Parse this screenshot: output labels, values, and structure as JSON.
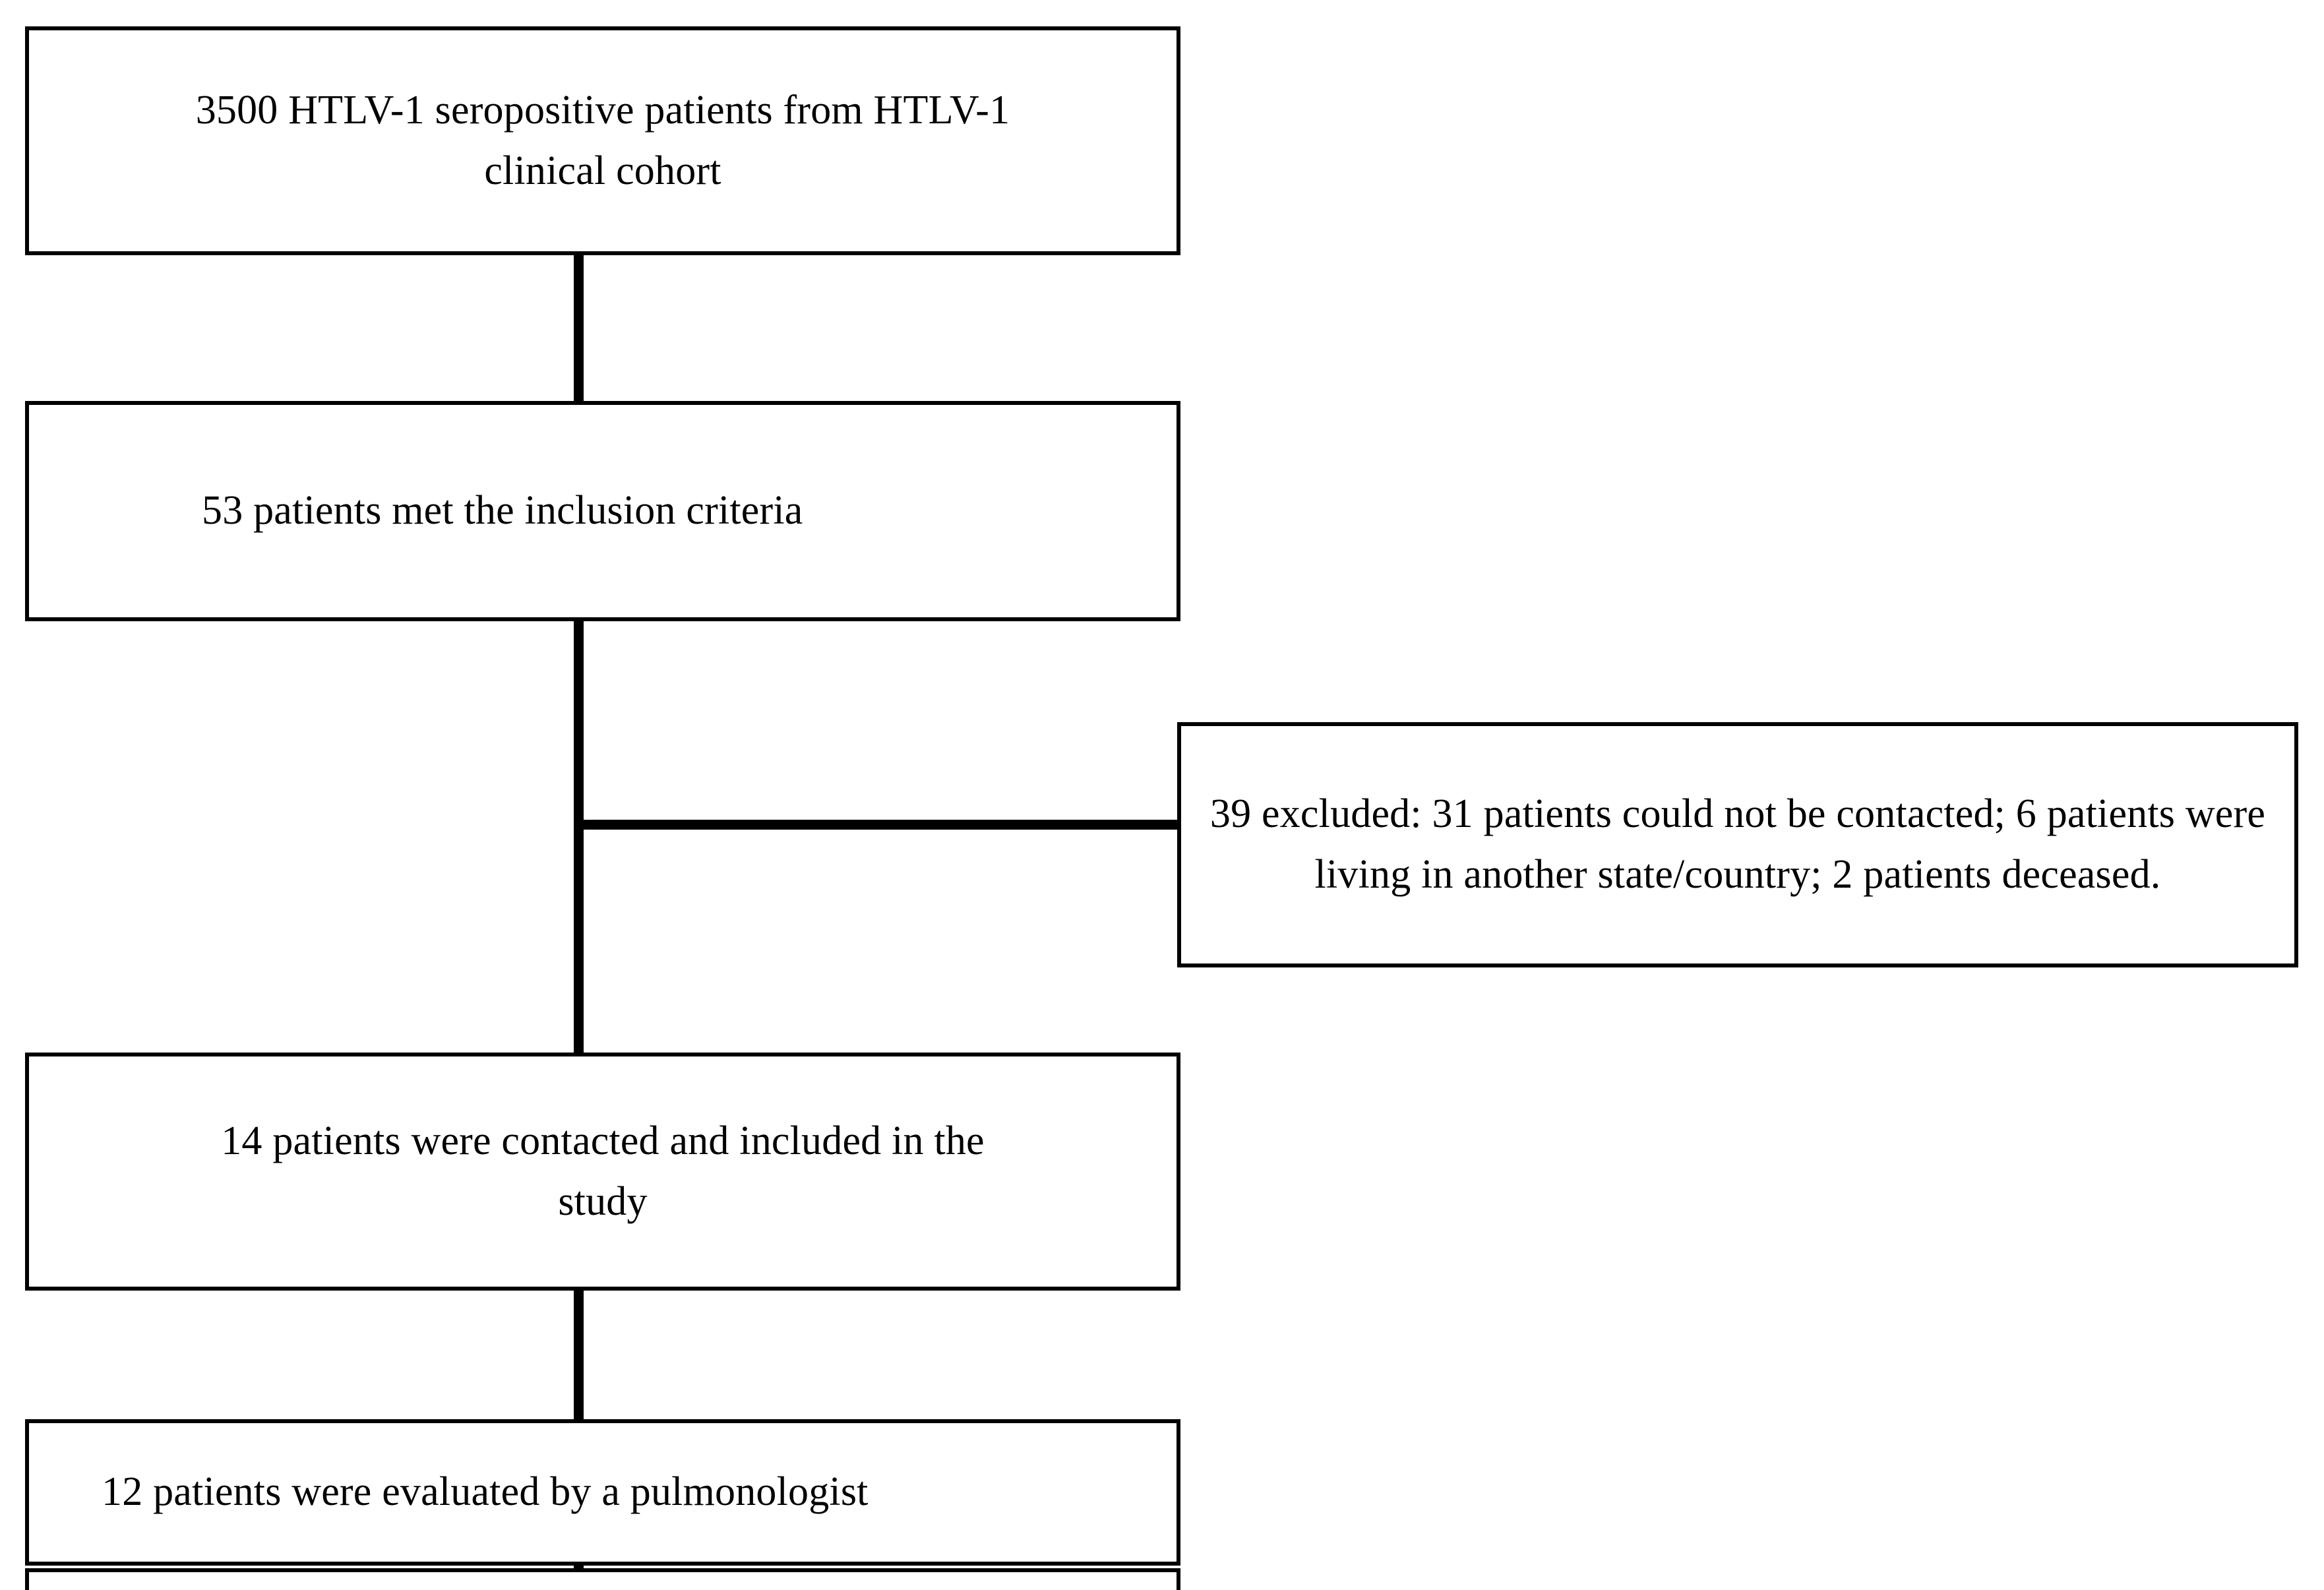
{
  "diagram": {
    "type": "study-flow-diagram",
    "title": "",
    "background_color": "#ffffff",
    "line_color": "#000000",
    "text_color": "#000000",
    "nodes": [
      {
        "id": "cohort",
        "label": "3500 HTLV-1 seropositive patients from HTLV-1\nclinical cohort",
        "count": 3500
      },
      {
        "id": "inclusion",
        "label": "53 patients met the inclusion criteria",
        "count": 53
      },
      {
        "id": "excluded",
        "label": "39 excluded: 31 patients could not be contacted; 6 patients were living in another state/country; 2 patients deceased.",
        "count": 39
      },
      {
        "id": "contacted",
        "label": "14 patients were contacted and included in the\nstudy",
        "count": 14
      },
      {
        "id": "evaluated",
        "label": "12 patients were evaluated by a pulmonologist",
        "count": 12
      },
      {
        "id": "partial",
        "label": "",
        "count": null
      }
    ],
    "edges": [
      {
        "id": "cohort-to-inclusion",
        "from": "cohort",
        "to": "inclusion",
        "orientation": "vertical"
      },
      {
        "id": "inclusion-to-contacted",
        "from": "inclusion",
        "to": "contacted",
        "orientation": "vertical"
      },
      {
        "id": "inclusion-to-excluded",
        "from": "inclusion",
        "to": "excluded",
        "orientation": "horizontal"
      },
      {
        "id": "contacted-to-evaluated",
        "from": "contacted",
        "to": "evaluated",
        "orientation": "vertical"
      },
      {
        "id": "evaluated-to-next",
        "from": "evaluated",
        "to": "partial",
        "orientation": "vertical"
      }
    ]
  }
}
